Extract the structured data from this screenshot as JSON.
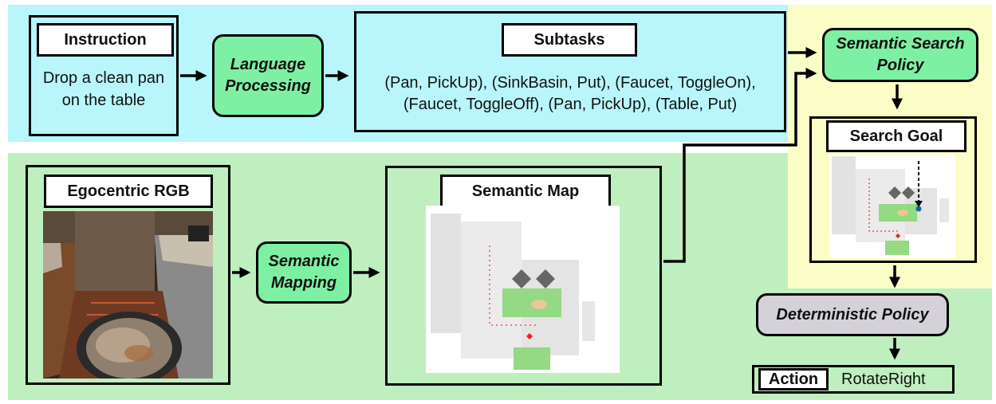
{
  "instruction": {
    "title": "Instruction",
    "text": "Drop a clean pan on the table"
  },
  "language_processing": {
    "label": "Language Processing"
  },
  "subtasks": {
    "title": "Subtasks",
    "line1": "(Pan, PickUp), (SinkBasin, Put), (Faucet, ToggleOn),",
    "line2": "(Faucet, ToggleOff), (Pan, PickUp), (Table, Put)"
  },
  "semantic_search_policy": {
    "label": "Semantic Search Policy"
  },
  "search_goal": {
    "title": "Search Goal"
  },
  "egocentric": {
    "title": "Egocentric RGB"
  },
  "semantic_mapping": {
    "label": "Semantic Mapping"
  },
  "semantic_map": {
    "title": "Semantic Map"
  },
  "deterministic_policy": {
    "label": "Deterministic Policy"
  },
  "action": {
    "title": "Action",
    "value": "RotateRight"
  },
  "colors": {
    "top_region": "#b8f6fb",
    "bottom_region": "#bfefbf",
    "right_region": "#fbfdc7",
    "module_green": "#7ef0a3",
    "module_grey": "#d4d2d8"
  }
}
